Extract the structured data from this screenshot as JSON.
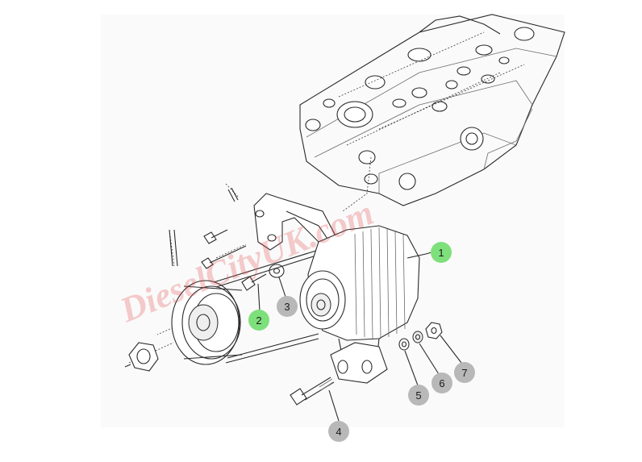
{
  "diagram": {
    "callouts": [
      {
        "id": "1",
        "label": "1",
        "style": "highlight"
      },
      {
        "id": "2",
        "label": "2",
        "style": "highlight"
      },
      {
        "id": "3",
        "label": "3",
        "style": "normal"
      },
      {
        "id": "4",
        "label": "4",
        "style": "normal"
      },
      {
        "id": "5",
        "label": "5",
        "style": "normal"
      },
      {
        "id": "6",
        "label": "6",
        "style": "normal"
      },
      {
        "id": "7",
        "label": "7",
        "style": "normal"
      }
    ],
    "colors": {
      "highlight": "#7ee07a",
      "normal": "#b8b8b8",
      "watermark": "#e14b4b",
      "line": "#2a2a2a"
    },
    "watermark_text": "DieselCityUK.com"
  }
}
